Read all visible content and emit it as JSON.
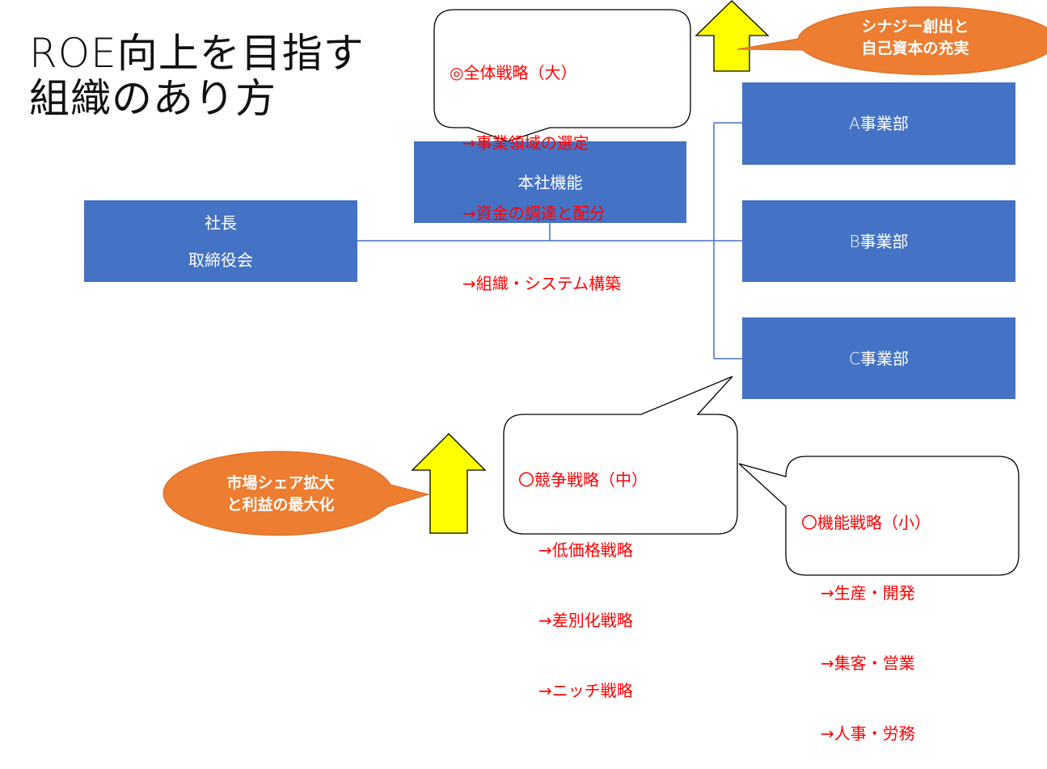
{
  "title": {
    "line1": "ROE向上を目指す",
    "line2": "組織のあり方"
  },
  "org": {
    "president": {
      "line1": "社長",
      "line2": "取締役会"
    },
    "headquarters": {
      "label": "本社機能"
    },
    "divisions": [
      {
        "label": "A事業部"
      },
      {
        "label": "B事業部"
      },
      {
        "label": "C事業部"
      }
    ]
  },
  "strategy_bubbles": {
    "corporate": {
      "heading": "◎全体戦略（大）",
      "items": [
        "→事業領域の選定",
        "→資金の調達と配分",
        "→組織・システム構築"
      ]
    },
    "competitive": {
      "heading": "〇競争戦略（中）",
      "items": [
        "→低価格戦略",
        "→差別化戦略",
        "→ニッチ戦略"
      ]
    },
    "functional": {
      "heading": "〇機能戦略（小）",
      "items": [
        "→生産・開発",
        "→集客・営業",
        "→人事・労務"
      ]
    }
  },
  "callouts": {
    "top": {
      "line1": "シナジー創出と",
      "line2": "自己資本の充実"
    },
    "bottom": {
      "line1": "市場シェア拡大",
      "line2": "と利益の最大化"
    }
  },
  "colors": {
    "box_fill": "#4472c4",
    "connector": "#4472c4",
    "strategy_text": "#ff0000",
    "callout_fill": "#ed7d31",
    "arrow_fill": "#ffff00"
  }
}
